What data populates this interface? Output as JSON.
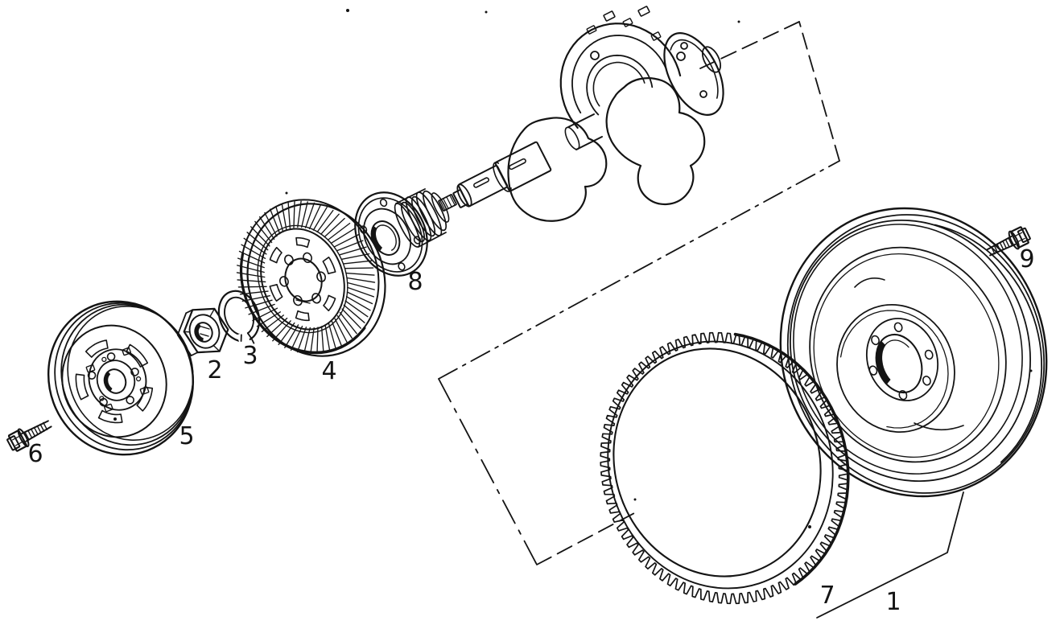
{
  "diagram": {
    "type": "exploded-parts-line-drawing",
    "colors": {
      "ink": "#141414",
      "background": "#ffffff"
    },
    "part_labels": {
      "flywheel": "1",
      "nut": "2",
      "lock_washer": "3",
      "timing_gear": "4",
      "pulley": "5",
      "pulley_bolt": "6",
      "ring_gear": "7",
      "hub": "8",
      "flywheel_bolt": "9"
    }
  }
}
